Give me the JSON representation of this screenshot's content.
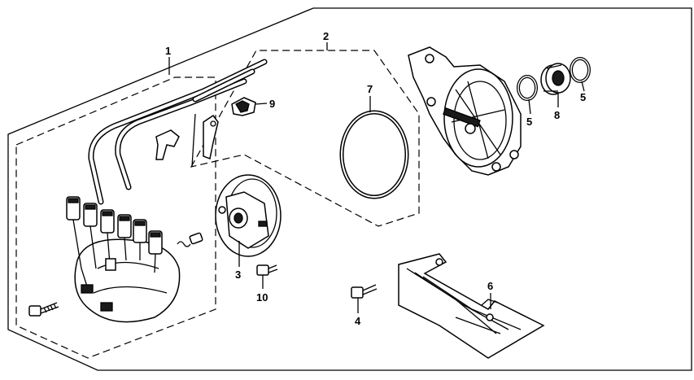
{
  "diagram": {
    "callouts": {
      "c1": "1",
      "c2": "2",
      "c3": "3",
      "c4": "4",
      "c5a": "5",
      "c5b": "5",
      "c6": "6",
      "c7": "7",
      "c8": "8",
      "c9": "9",
      "c10": "10"
    },
    "colors": {
      "ink": "#000000",
      "paper": "#ffffff"
    }
  }
}
